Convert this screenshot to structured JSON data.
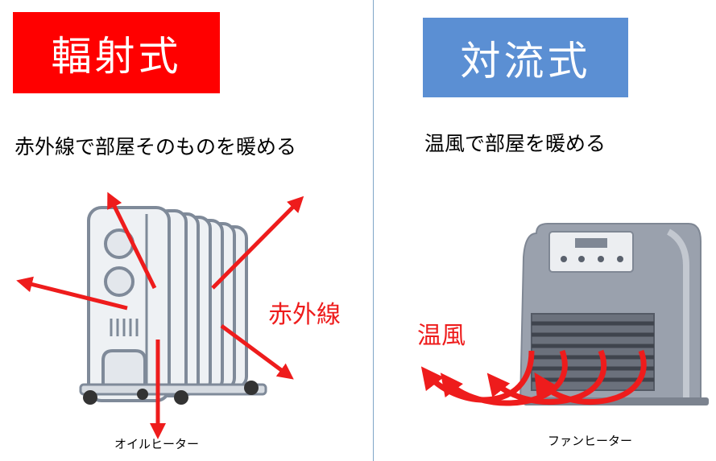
{
  "left": {
    "heading": "輻射式",
    "subtitle": "赤外線で部屋そのものを暖める",
    "ray_label": "赤外線",
    "caption": "オイルヒーター",
    "heading_bg": "#ff0000"
  },
  "right": {
    "heading": "対流式",
    "subtitle": "温風で部屋を暖める",
    "air_label": "温風",
    "caption": "ファンヒーター",
    "heading_bg": "#5b8fd3"
  },
  "arrow_color": "#ee1c1c"
}
